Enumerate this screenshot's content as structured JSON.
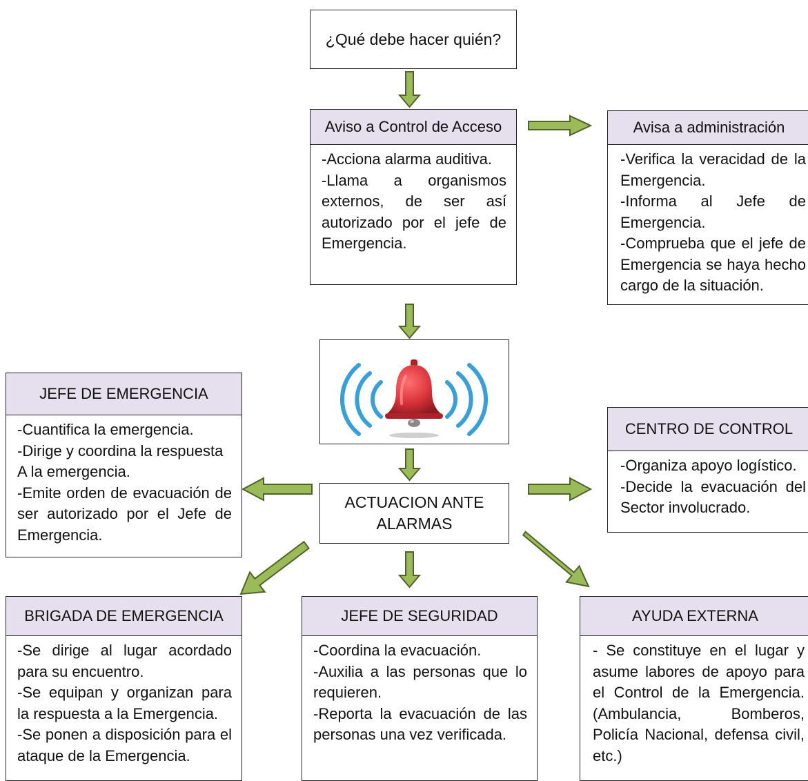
{
  "question": "¿Qué debe hacer quién?",
  "aviso": {
    "title": "Aviso a Control de Acceso",
    "lines": [
      "-Acciona alarma auditiva.",
      "-Llama a organismos externos, de ser así autorizado por el jefe de Emergencia."
    ]
  },
  "administracion": {
    "title": "Avisa a administración",
    "lines": [
      "-Verifica la veracidad de la Emergencia.",
      "-Informa al Jefe de Emergencia.",
      "-Comprueba que el jefe de Emergencia se haya hecho cargo de la situación."
    ]
  },
  "alarm_image": "alarm-bell-icon",
  "actuacion": "ACTUACION ANTE ALARMAS",
  "jefe_emergencia": {
    "title": "JEFE DE EMERGENCIA",
    "lines": [
      "-Cuantifica la emergencia.",
      "-Dirige y coordina la respuesta A la emergencia.",
      "-Emite orden de evacuación de ser autorizado por el Jefe de Emergencia."
    ]
  },
  "centro_control": {
    "title": "CENTRO DE CONTROL",
    "lines": [
      "-Organiza apoyo logístico.",
      "-Decide la evacuación del Sector involucrado."
    ]
  },
  "brigada": {
    "title": "BRIGADA DE EMERGENCIA",
    "lines": [
      "-Se dirige al lugar acordado para su encuentro.",
      "-Se equipan y organizan para la respuesta a la Emergencia.",
      "-Se ponen a disposición para el ataque de la Emergencia."
    ]
  },
  "jefe_seguridad": {
    "title": "JEFE DE SEGURIDAD",
    "lines": [
      "-Coordina la evacuación.",
      "-Auxilia a las personas que lo requieren.",
      "-Reporta la evacuación de las personas una vez verificada."
    ]
  },
  "ayuda_externa": {
    "title": "AYUDA EXTERNA",
    "lines": [
      "- Se constituye en el lugar y asume labores de apoyo para el Control de la Emergencia. (Ambulancia, Bomberos, Policía Nacional, defensa civil, etc.)"
    ]
  },
  "colors": {
    "arrow_fill": "#9bbb59",
    "arrow_stroke": "#4f6228",
    "header_fill": "#e6e0ee",
    "bell": "#d8313a",
    "waves": "#3a9fd6"
  }
}
